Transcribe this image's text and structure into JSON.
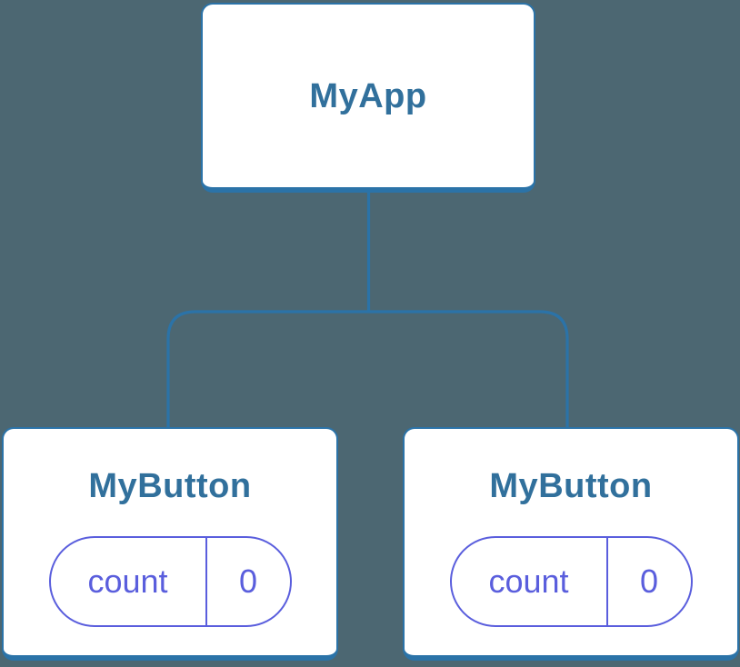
{
  "colors": {
    "bg": "#4c6772",
    "line": "#2b73a8",
    "box_bg": "#ffffff",
    "title": "#31709c",
    "pill": "#5a5edd"
  },
  "tree": {
    "root": {
      "label": "MyApp"
    },
    "children": [
      {
        "label": "MyButton",
        "state": {
          "key": "count",
          "value": "0"
        }
      },
      {
        "label": "MyButton",
        "state": {
          "key": "count",
          "value": "0"
        }
      }
    ]
  }
}
